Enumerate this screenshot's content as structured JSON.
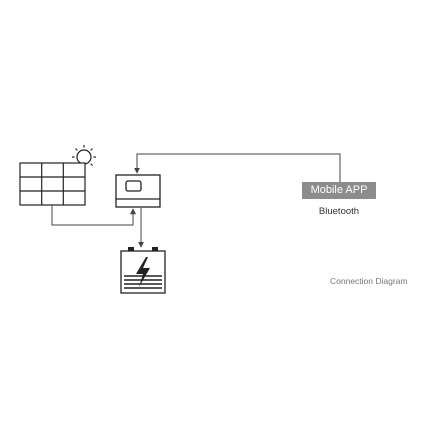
{
  "nodes": {
    "solar_panel": {
      "icon": "solar-panel-icon"
    },
    "sun": {
      "icon": "sun-icon"
    },
    "controller": {
      "icon": "charge-controller-icon"
    },
    "battery": {
      "icon": "battery-icon"
    },
    "mobile_app": {
      "label": "Mobile APP"
    }
  },
  "connection": {
    "label": "Bluetooth"
  },
  "caption": "Connection Diagram",
  "colors": {
    "stroke": "#222222",
    "connector": "#444444",
    "badge": "#8c8c8c",
    "caption": "#777777"
  }
}
